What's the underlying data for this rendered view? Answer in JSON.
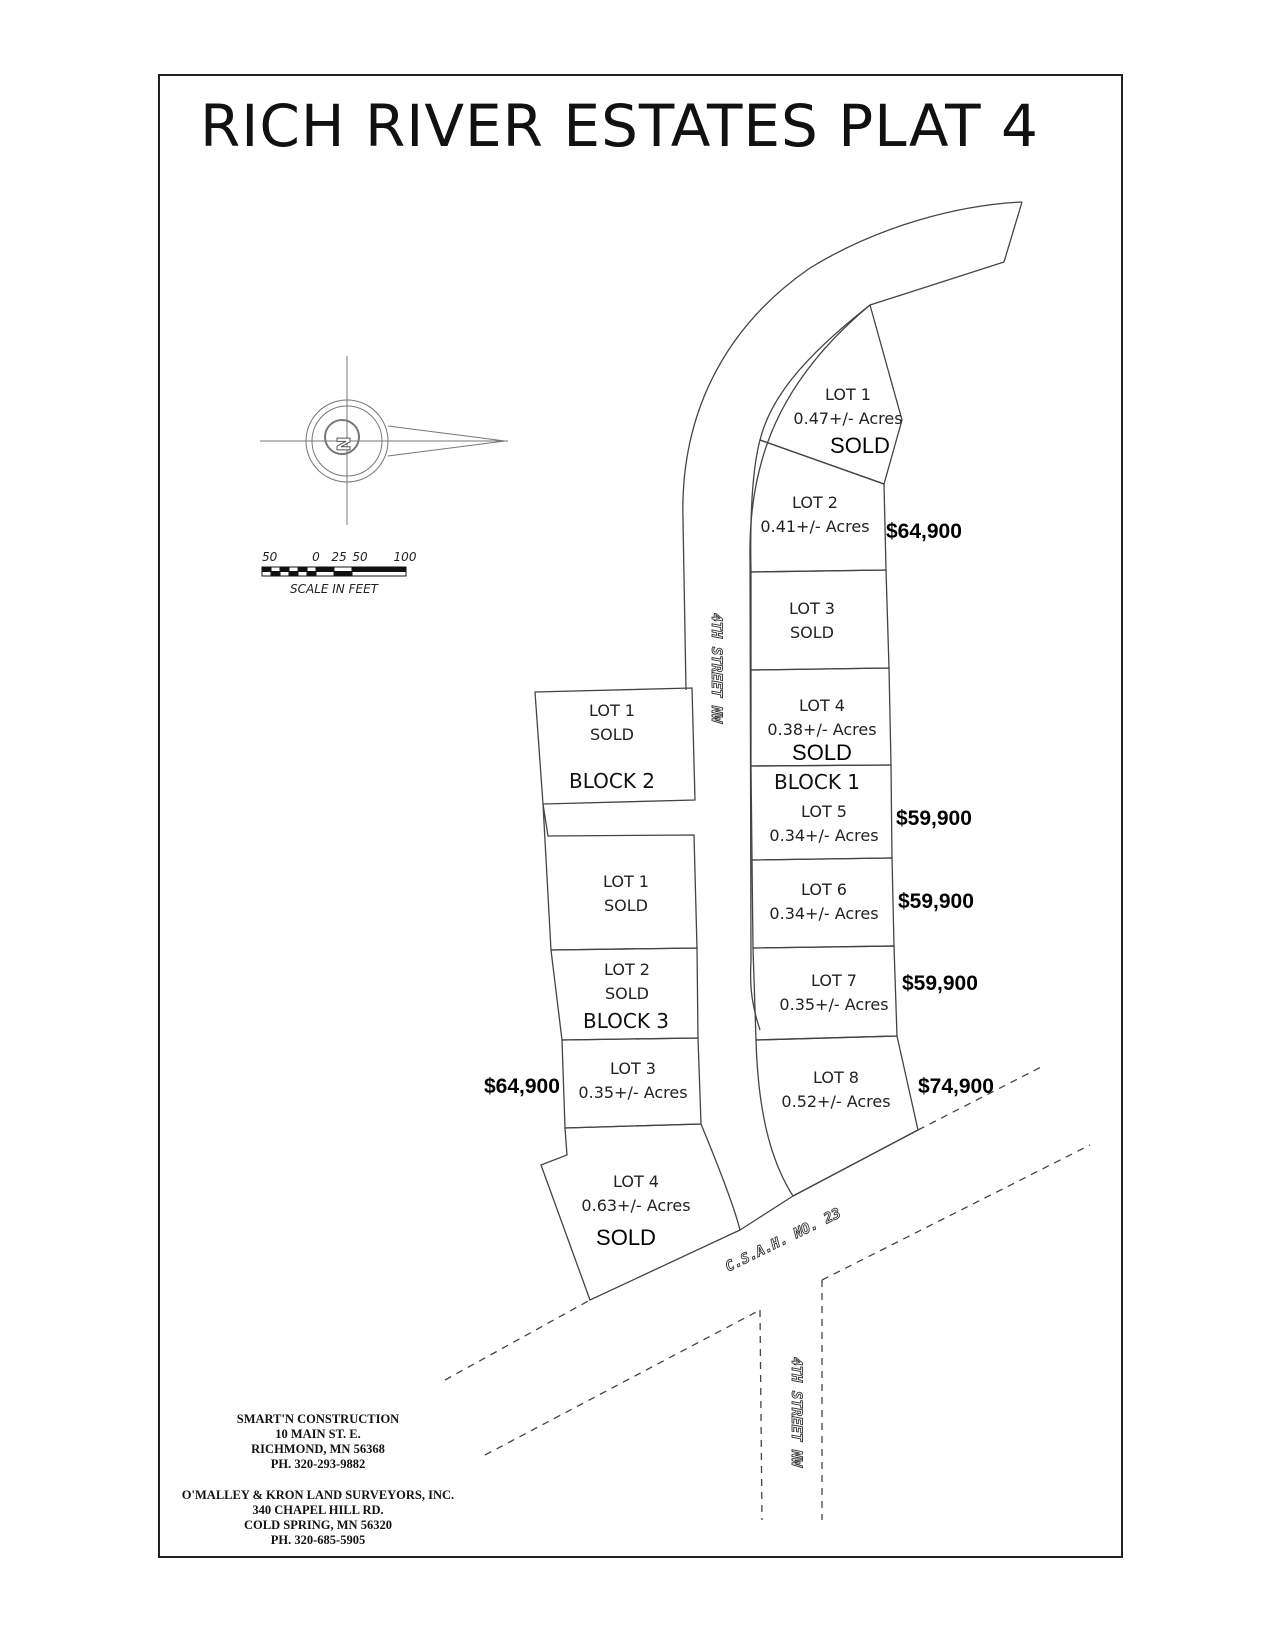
{
  "title": "RICH RIVER ESTATES PLAT 4",
  "scale": {
    "ticks": [
      "50",
      "0",
      "25",
      "50",
      "100"
    ],
    "label": "SCALE IN FEET"
  },
  "north_arrow": {
    "letter": "N",
    "icon": "north-arrow-icon"
  },
  "streets": {
    "fourth_street_nw": "4TH STREET NW",
    "csah": "C.S.A.H. NO. 23",
    "fourth_street_nw_south": "4TH STREET NW"
  },
  "blocks": {
    "block1": {
      "label": "BLOCK 1",
      "lots": [
        {
          "name": "LOT 1",
          "acres": "0.47+/- Acres",
          "status": "SOLD"
        },
        {
          "name": "LOT 2",
          "acres": "0.41+/- Acres",
          "price": "$64,900"
        },
        {
          "name": "LOT 3",
          "status": "SOLD"
        },
        {
          "name": "LOT 4",
          "acres": "0.38+/- Acres",
          "status": "SOLD"
        },
        {
          "name": "LOT 5",
          "acres": "0.34+/- Acres",
          "price": "$59,900"
        },
        {
          "name": "LOT 6",
          "acres": "0.34+/- Acres",
          "price": "$59,900"
        },
        {
          "name": "LOT 7",
          "acres": "0.35+/- Acres",
          "price": "$59,900"
        },
        {
          "name": "LOT 8",
          "acres": "0.52+/- Acres",
          "price": "$74,900"
        }
      ]
    },
    "block2": {
      "label": "BLOCK 2",
      "lots": [
        {
          "name": "LOT 1",
          "status": "SOLD"
        }
      ]
    },
    "block3": {
      "label": "BLOCK 3",
      "lots": [
        {
          "name": "LOT 1",
          "status": "SOLD"
        },
        {
          "name": "LOT 2",
          "status": "SOLD"
        },
        {
          "name": "LOT 3",
          "acres": "0.35+/- Acres",
          "price": "$64,900"
        },
        {
          "name": "LOT 4",
          "acres": "0.63+/- Acres",
          "status": "SOLD"
        }
      ]
    }
  },
  "credits": {
    "builder": [
      "SMART'N CONSTRUCTION",
      "10 MAIN ST. E.",
      "RICHMOND, MN 56368",
      "PH. 320-293-9882"
    ],
    "surveyor": [
      "O'MALLEY & KRON LAND SURVEYORS, INC.",
      "340 CHAPEL HILL RD.",
      "COLD SPRING, MN 56320",
      "PH. 320-685-5905"
    ]
  }
}
